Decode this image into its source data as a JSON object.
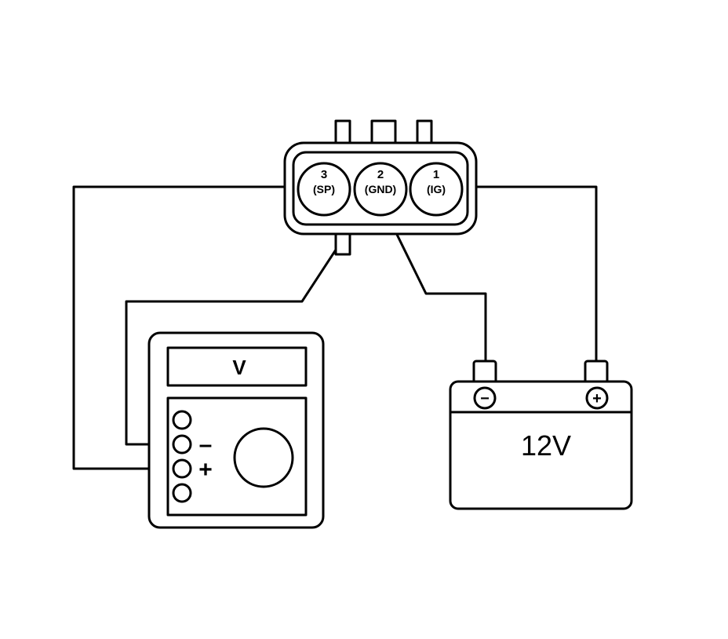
{
  "connector": {
    "pins": [
      {
        "number": "3",
        "label": "(SP)"
      },
      {
        "number": "2",
        "label": "(GND)"
      },
      {
        "number": "1",
        "label": "(IG)"
      }
    ]
  },
  "voltmeter": {
    "display": "V",
    "negative_sign": "–",
    "positive_sign": "+"
  },
  "battery": {
    "label": "12V",
    "negative_symbol": "−",
    "positive_symbol": "+"
  }
}
